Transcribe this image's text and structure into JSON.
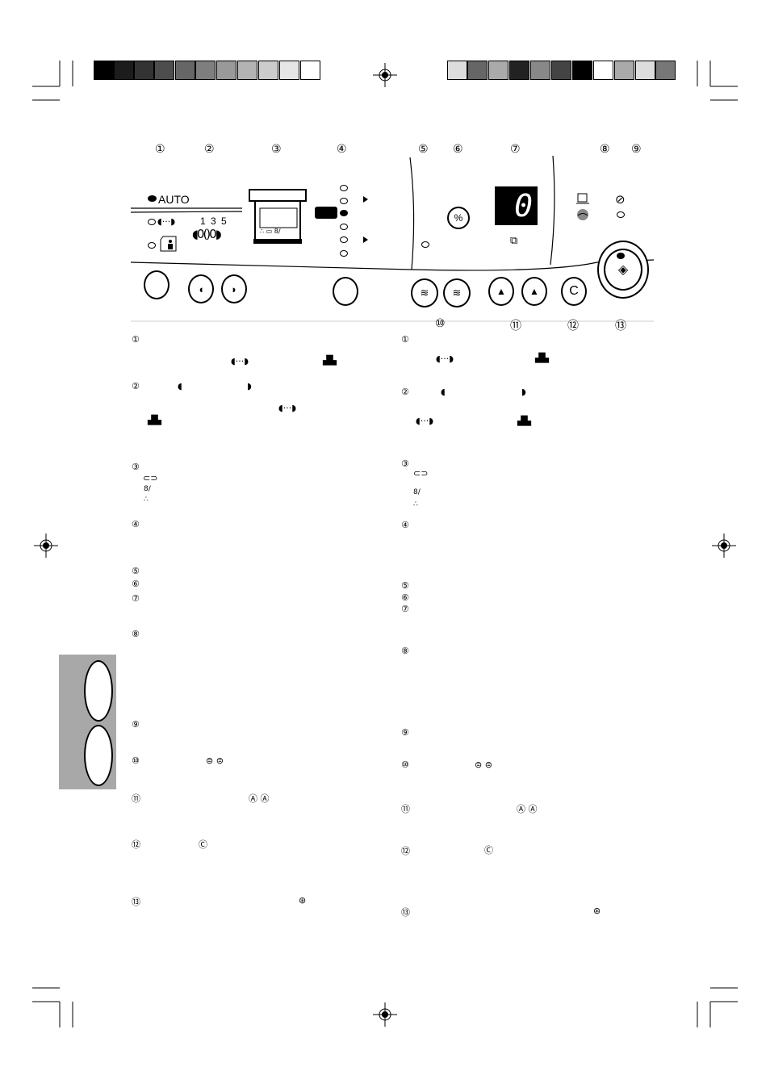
{
  "panel": {
    "callouts_top": [
      "①",
      "②",
      "③",
      "④",
      "⑤",
      "⑥",
      "⑦",
      "⑧",
      "⑨"
    ],
    "callouts_bottom": [
      "⑩",
      "⑪",
      "⑫",
      "⑬"
    ],
    "auto_label": "AUTO",
    "exposure_scale": "1 3 5",
    "display_value": "0",
    "percent_label": "%",
    "clear_label": "C"
  },
  "left_column": {
    "markers": [
      "①",
      "②",
      "③",
      "④",
      "⑤",
      "⑥",
      "⑦",
      "⑧",
      "⑨",
      "⑩",
      "⑪",
      "⑫",
      "⑬"
    ]
  },
  "right_column": {
    "markers": [
      "①",
      "②",
      "③",
      "④",
      "⑤",
      "⑥",
      "⑦",
      "⑧",
      "⑨",
      "⑩",
      "⑪",
      "⑫",
      "⑬"
    ]
  },
  "colors": {
    "tab_gray": "#a8a8a8",
    "display_bg": "#000000"
  }
}
